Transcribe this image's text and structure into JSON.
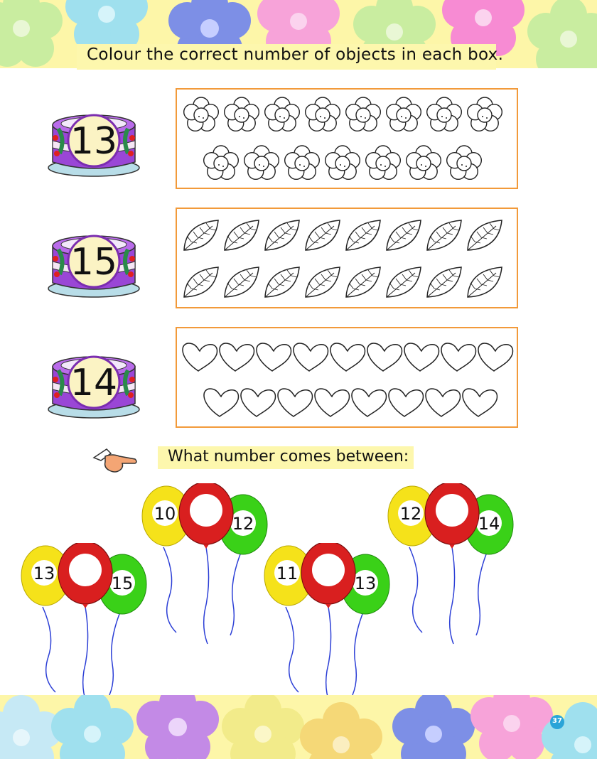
{
  "header": {
    "instruction": "Colour the correct number of objects in each box."
  },
  "counting_rows": [
    {
      "number": "13",
      "object": "flower",
      "count_shown": 15
    },
    {
      "number": "15",
      "object": "leaf",
      "count_shown": 16
    },
    {
      "number": "14",
      "object": "heart",
      "count_shown": 17
    }
  ],
  "between_section": {
    "question": "What number comes between:",
    "groups": [
      {
        "left": "13",
        "right": "15"
      },
      {
        "left": "10",
        "right": "12"
      },
      {
        "left": "11",
        "right": "13"
      },
      {
        "left": "12",
        "right": "14"
      }
    ]
  },
  "footer": {
    "page_number": "37"
  },
  "colors": {
    "box_border": "#f29a3a",
    "highlight": "#fdf7ad",
    "balloon_yellow": "#f5e21a",
    "balloon_red": "#d91f1f",
    "balloon_green": "#3ad118",
    "string_blue": "#2c3fd6",
    "cake_purple": "#8a35c8",
    "badge_blue": "#2aa4d8"
  }
}
